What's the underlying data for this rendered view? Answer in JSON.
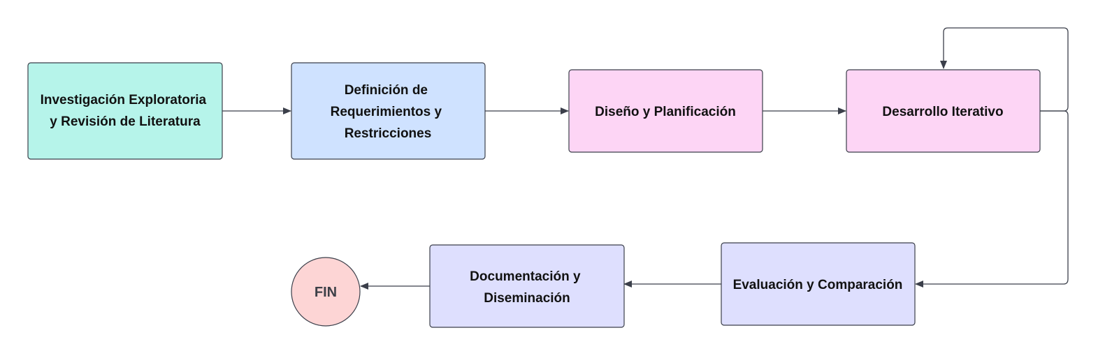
{
  "colors": {
    "teal": "#b6f4ea",
    "blue": "#cfe2ff",
    "pink": "#fdd5f5",
    "lavender": "#dedffe",
    "red": "#fdd5d5",
    "stroke": "#3b3f4a"
  },
  "nodes": {
    "research": {
      "lines": [
        "Investigación Exploratoria",
        "y Revisión de Literatura"
      ]
    },
    "requirements": {
      "lines": [
        "Definición de",
        "Requerimientos y",
        "Restricciones"
      ]
    },
    "design": {
      "lines": [
        "Diseño y Planificación"
      ]
    },
    "development": {
      "lines": [
        "Desarrollo Iterativo"
      ]
    },
    "evaluation": {
      "lines": [
        "Evaluación y Comparación"
      ]
    },
    "documentation": {
      "lines": [
        "Documentación y",
        "Diseminación"
      ]
    },
    "end": {
      "label": "FIN"
    }
  }
}
